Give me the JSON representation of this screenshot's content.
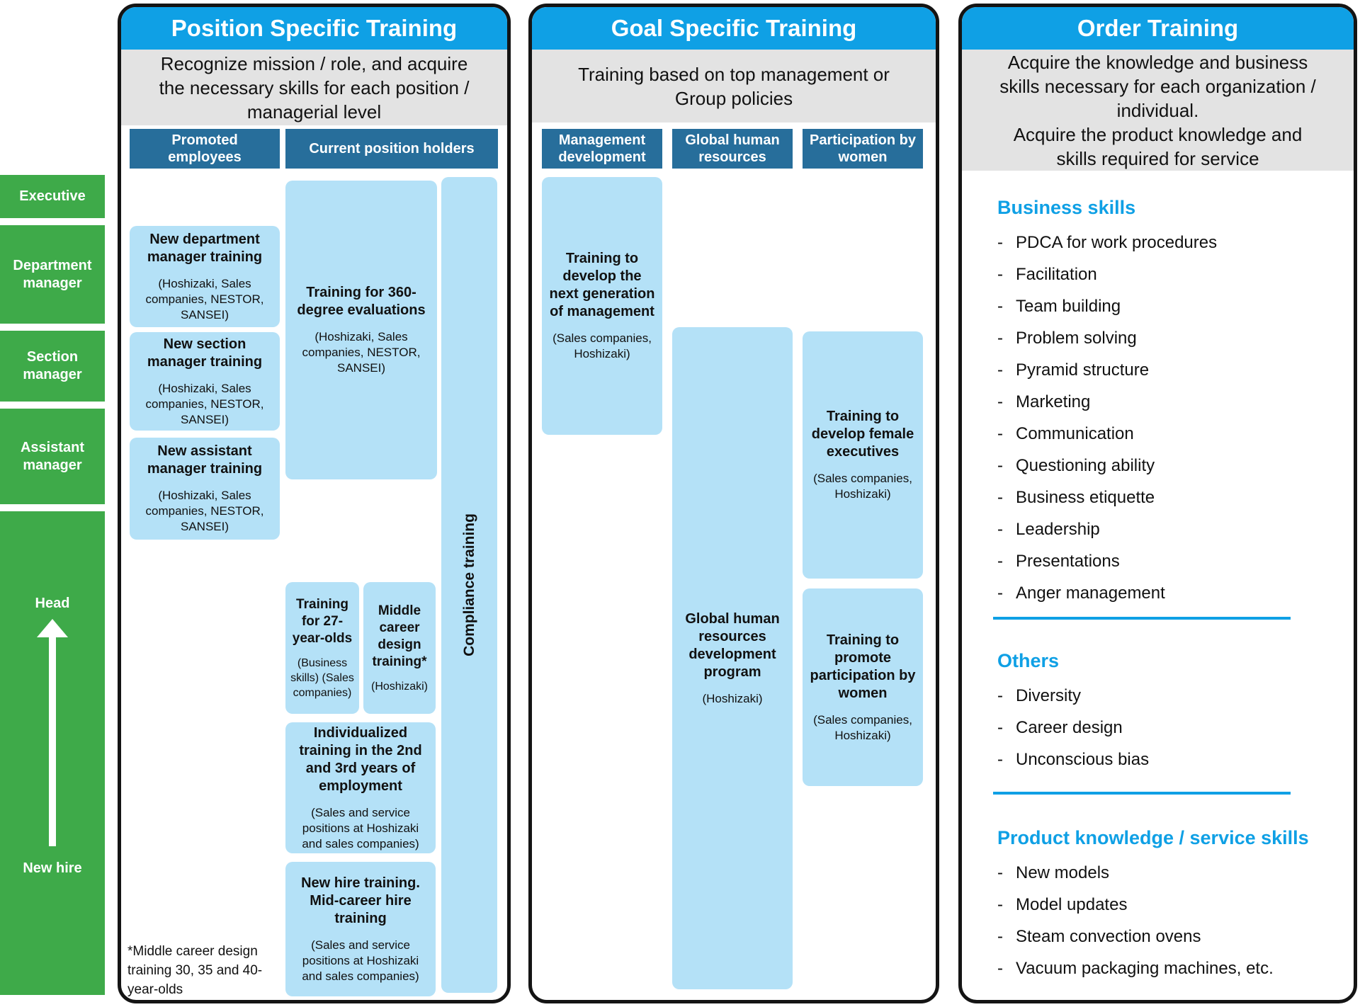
{
  "colors": {
    "accent_blue": "#0FA0E5",
    "dark_blue": "#276E9B",
    "light_blue": "#B4E1F7",
    "green": "#3EAA49",
    "gray": "#E3E3E3"
  },
  "sidebar": {
    "levels": [
      {
        "label": "Executive"
      },
      {
        "label": "Department manager"
      },
      {
        "label": "Section manager"
      },
      {
        "label": "Assistant manager"
      }
    ],
    "head_label": "Head",
    "new_hire_label": "New hire"
  },
  "position_panel": {
    "title": "Position Specific Training",
    "description": "Recognize mission / role, and acquire the necessary skills for each position / managerial level",
    "columns": {
      "promoted": "Promoted employees",
      "current": "Current position holders"
    },
    "boxes": {
      "new_department": {
        "title": "New department manager training",
        "sub": "(Hoshizaki, Sales companies, NESTOR, SANSEI)"
      },
      "new_section": {
        "title": "New section manager training",
        "sub": "(Hoshizaki, Sales companies, NESTOR, SANSEI)"
      },
      "new_assistant": {
        "title": "New assistant manager training",
        "sub": "(Hoshizaki, Sales companies, NESTOR, SANSEI)"
      },
      "evaluations_360": {
        "title": "Training for 360-degree evaluations",
        "sub": "(Hoshizaki, Sales companies, NESTOR, SANSEI)"
      },
      "year27": {
        "title": "Training for 27-year-olds",
        "sub": "(Business skills) (Sales companies)"
      },
      "middle_career": {
        "title": "Middle career design training*",
        "sub": "(Hoshizaki)"
      },
      "individualized": {
        "title": "Individualized training in the 2nd and 3rd years of employment",
        "sub": "(Sales and service positions at Hoshizaki and sales companies)"
      },
      "new_hire": {
        "title": "New hire training. Mid-career hire training",
        "sub": "(Sales and service positions at Hoshizaki and sales companies)"
      },
      "compliance": {
        "title": "Compliance training"
      }
    },
    "footnote": "*Middle career design training 30, 35 and 40-year-olds"
  },
  "goal_panel": {
    "title": "Goal Specific Training",
    "description": "Training based on top management or Group policies",
    "columns": {
      "management": "Management development",
      "global": "Global human resources",
      "women": "Participation by women"
    },
    "boxes": {
      "next_generation": {
        "title": "Training to develop the next generation of management",
        "sub": "(Sales companies, Hoshizaki)"
      },
      "global_program": {
        "title": "Global human resources development program",
        "sub": "(Hoshizaki)"
      },
      "female_executives": {
        "title": "Training to develop female executives",
        "sub": "(Sales companies, Hoshizaki)"
      },
      "promote_women": {
        "title": "Training to promote participation by women",
        "sub": "(Sales companies, Hoshizaki)"
      }
    }
  },
  "order_panel": {
    "title": "Order Training",
    "description_lines": [
      "Acquire the knowledge and business skills necessary for each organization / individual.",
      "Acquire the product knowledge and skills required for service"
    ],
    "sections": [
      {
        "heading": "Business skills",
        "items": [
          "PDCA for work procedures",
          "Facilitation",
          "Team building",
          "Problem solving",
          "Pyramid structure",
          "Marketing",
          "Communication",
          "Questioning ability",
          "Business etiquette",
          "Leadership",
          "Presentations",
          "Anger management"
        ]
      },
      {
        "heading": "Others",
        "items": [
          "Diversity",
          "Career design",
          "Unconscious bias"
        ]
      },
      {
        "heading": "Product knowledge / service skills",
        "items": [
          "New models",
          "Model updates",
          "Steam convection ovens",
          "Vacuum packaging machines, etc."
        ]
      }
    ]
  }
}
